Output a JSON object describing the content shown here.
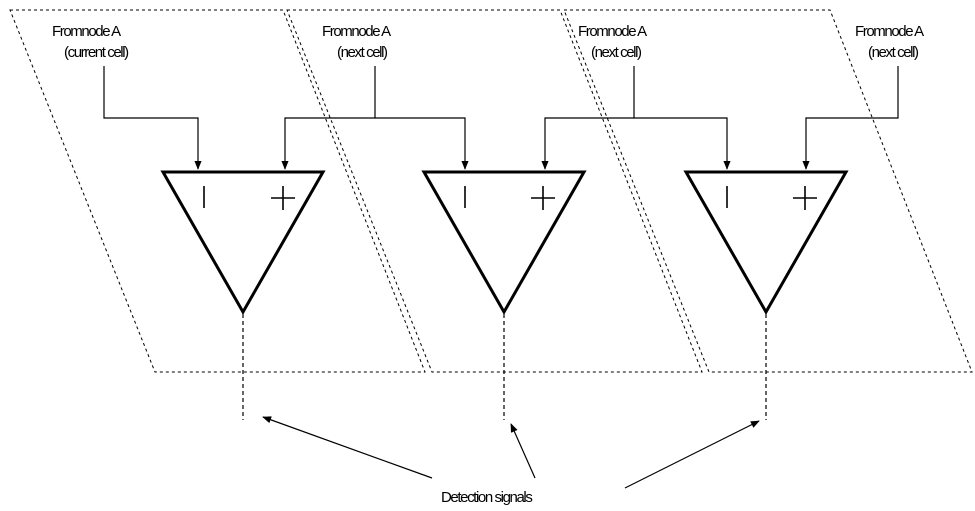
{
  "cells": [
    {
      "label_line1": "Fromnode A",
      "label_line2": "(current cell)"
    },
    {
      "label_line1": "Fromnode A",
      "label_line2": "(next cell)"
    },
    {
      "label_line1": "Fromnode A",
      "label_line2": "(next cell)"
    },
    {
      "label_line1": "Fromnode A",
      "label_line2": "(next cell)"
    }
  ],
  "comparators": [
    {
      "minus_symbol": "−",
      "plus_symbol": "+"
    },
    {
      "minus_symbol": "−",
      "plus_symbol": "+"
    },
    {
      "minus_symbol": "−",
      "plus_symbol": "+"
    }
  ],
  "output_label": "Detection signals"
}
